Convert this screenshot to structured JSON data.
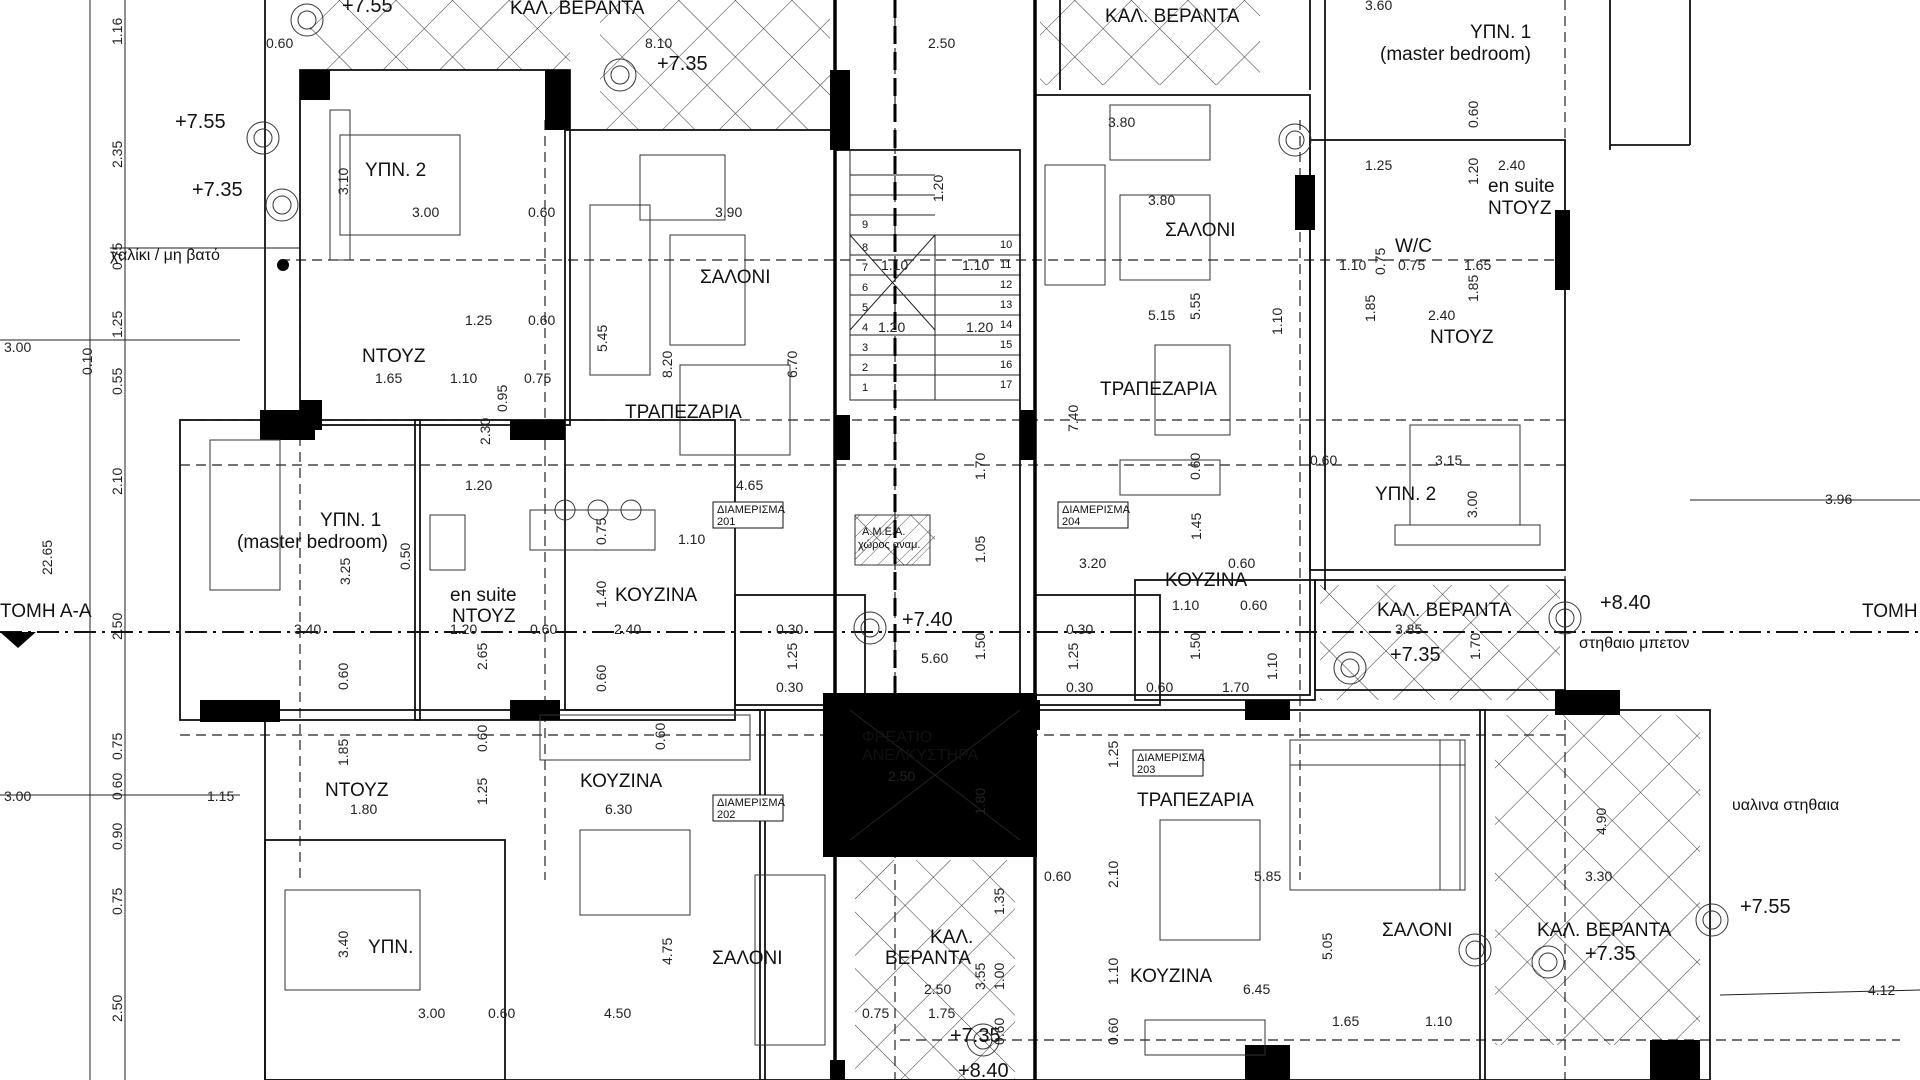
{
  "rooms": {
    "veranda_top_left": "ΚΑΛ. ΒΕΡΑΝΤΑ",
    "veranda_top_mid": "ΚΑΛ. ΒΕΡΑΝΤΑ",
    "ypn1_top_right": "ΥΠΝ. 1",
    "master_top_right": "(master bedroom)",
    "ypn2_top_left": "ΥΠΝ. 2",
    "saloni_201": "ΣΑΛΟΝΙ",
    "saloni_204": "ΣΑΛΟΝΙ",
    "en_suite_tr": "en suite",
    "ntouz_tr": "ΝΤΟΥΖ",
    "wc_tr": "W/C",
    "ntouz_tr2": "ΝΤΟΥΖ",
    "ntouz_left": "ΝΤΟΥΖ",
    "trapezaria_201": "ΤΡΑΠΕΖΑΡΙΑ",
    "trapezaria_204": "ΤΡΑΠΕΖΑΡΙΑ",
    "ypn2_right": "ΥΠΝ. 2",
    "ypn1_left": "ΥΠΝ. 1",
    "master_left": "(master bedroom)",
    "amea": "Α.Μ.Ε.Α.",
    "amea_sub": "χώρος αναμ.",
    "kouzina_204": "ΚΟΥΖΙΝΑ",
    "kouzina_201": "ΚΟΥΖΙΝΑ",
    "en_suite_left": "en suite",
    "ntouz_left2": "ΝΤΟΥΖ",
    "veranda_right": "ΚΑΛ. ΒΕΡΑΝΤΑ",
    "beam": "στηθαιο μπετον",
    "freatio1": "ΦΡΕΑΤΙΟ",
    "freatio2": "ΑΝΕΛΚΥΣΤΗΡΑ",
    "ntouz_202": "ΝΤΟΥΖ",
    "kouzina_202": "ΚΟΥΖΙΝΑ",
    "trapezaria_203": "ΤΡΑΠΕΖΑΡΙΑ",
    "glass": "υαλινα στηθαια",
    "ypn_202": "ΥΠΝ.",
    "saloni_202": "ΣΑΛΟΝΙ",
    "veranda_mid_1": "ΚΑΛ.",
    "veranda_mid_2": "ΒΕΡΑΝΤΑ",
    "saloni_203": "ΣΑΛΟΝΙ",
    "veranda_203": "ΚΑΛ. ΒΕΡΑΝΤΑ",
    "kouzina_203": "ΚΟΥΖΙΝΑ",
    "gravel": "χαλίκι / μη βατό",
    "section_left": "ΤΟΜΗ Α-Α",
    "section_right": "ΤΟΜΗ"
  },
  "apartments": {
    "a201_l1": "ΔΙΑΜΕΡΙΣΜΑ",
    "a201_l2": "201",
    "a204_l1": "ΔΙΑΜΕΡΙΣΜΑ",
    "a204_l2": "204",
    "a202_l1": "ΔΙΑΜΕΡΙΣΜΑ",
    "a202_l2": "202",
    "a203_l1": "ΔΙΑΜΕΡΙΣΜΑ",
    "a203_l2": "203"
  },
  "levels": {
    "l1": "+7.55",
    "l2": "+7.35",
    "l3": "+7.55",
    "l4": "+7.35",
    "l5": "+7.40",
    "l6": "+8.40",
    "l7": "+7.35",
    "l8": "+7.55",
    "l9": "+7.35",
    "l10": "+7.35",
    "l11": "+8.40"
  },
  "dimensions": {
    "d1": "1.16",
    "d2": "0.60",
    "d3": "8.10",
    "d4": "2.50",
    "d5": "3.60",
    "d6": "2.35",
    "d7": "3.10",
    "d8": "3.80",
    "d9": "0.60",
    "d10": "1.20",
    "d11": "1.25",
    "d12": "2.40",
    "d13": "1.20",
    "d14": "3.00",
    "d15": "0.60",
    "d16": "3.90",
    "d17": "3.80",
    "d18": "0.75",
    "d19": "1.10",
    "d20": "1.10",
    "d21": "1.10",
    "d22": "0.75",
    "d23": "0.75",
    "d24": "1.65",
    "d25": "1.85",
    "d26": "3.00",
    "d27": "1.25",
    "d28": "1.25",
    "d29": "0.60",
    "d30": "1.20",
    "d31": "1.20",
    "d32": "5.15",
    "d33": "5.55",
    "d34": "1.85",
    "d35": "2.40",
    "d36": "1.10",
    "d37": "5.45",
    "d38": "0.10",
    "d39": "0.55",
    "d40": "1.65",
    "d41": "1.10",
    "d42": "0.75",
    "d43": "8.20",
    "d44": "6.70",
    "d45": "0.95",
    "d46": "2.30",
    "d47": "7.40",
    "d48": "0.60",
    "d49": "3.15",
    "d50": "2.10",
    "d51": "1.20",
    "d52": "4.65",
    "d53": "1.70",
    "d54": "3.96",
    "d55": "3.00",
    "d56": "22.65",
    "d57": "0.50",
    "d58": "0.75",
    "d59": "1.10",
    "d60": "1.05",
    "d61": "1.45",
    "d62": "3.25",
    "d63": "3.20",
    "d64": "0.60",
    "d65": "1.40",
    "d66": "1.10",
    "d67": "0.60",
    "d68": "3.85",
    "d69": "2.50",
    "d70": "3.40",
    "d71": "1.20",
    "d72": "0.60",
    "d73": "2.40",
    "d74": "0.30",
    "d75": "0.30",
    "d76": "1.25",
    "d77": "1.25",
    "d78": "1.50",
    "d79": "1.50",
    "d80": "1.10",
    "d81": "1.70",
    "d82": "2.65",
    "d83": "5.60",
    "d84": "0.60",
    "d85": "0.60",
    "d86": "0.30",
    "d87": "0.30",
    "d88": "0.60",
    "d89": "1.70",
    "d90": "0.75",
    "d91": "0.60",
    "d92": "0.60",
    "d93": "1.25",
    "d94": "1.85",
    "d95": "1.15",
    "d96": "3.00",
    "d97": "0.60",
    "d98": "1.80",
    "d99": "1.25",
    "d100": "6.30",
    "d101": "2.50",
    "d102": "4.90",
    "d103": "1.80",
    "d104": "0.90",
    "d105": "0.60",
    "d106": "2.10",
    "d107": "5.85",
    "d108": "3.30",
    "d109": "0.75",
    "d110": "1.35",
    "d111": "3.40",
    "d112": "4.75",
    "d113": "3.55",
    "d114": "1.00",
    "d115": "5.05",
    "d116": "2.50",
    "d117": "1.10",
    "d118": "6.45",
    "d119": "4.12",
    "d120": "2.50",
    "d121": "3.00",
    "d122": "0.60",
    "d123": "4.50",
    "d124": "0.75",
    "d125": "1.75",
    "d126": "1.65",
    "d127": "1.10",
    "d128": "0.60",
    "d129": "0.60",
    "d130": "0.60"
  },
  "stairs": [
    "1",
    "2",
    "3",
    "4",
    "5",
    "6",
    "7",
    "8",
    "9",
    "10",
    "11",
    "12",
    "13",
    "14",
    "15",
    "16",
    "17"
  ]
}
